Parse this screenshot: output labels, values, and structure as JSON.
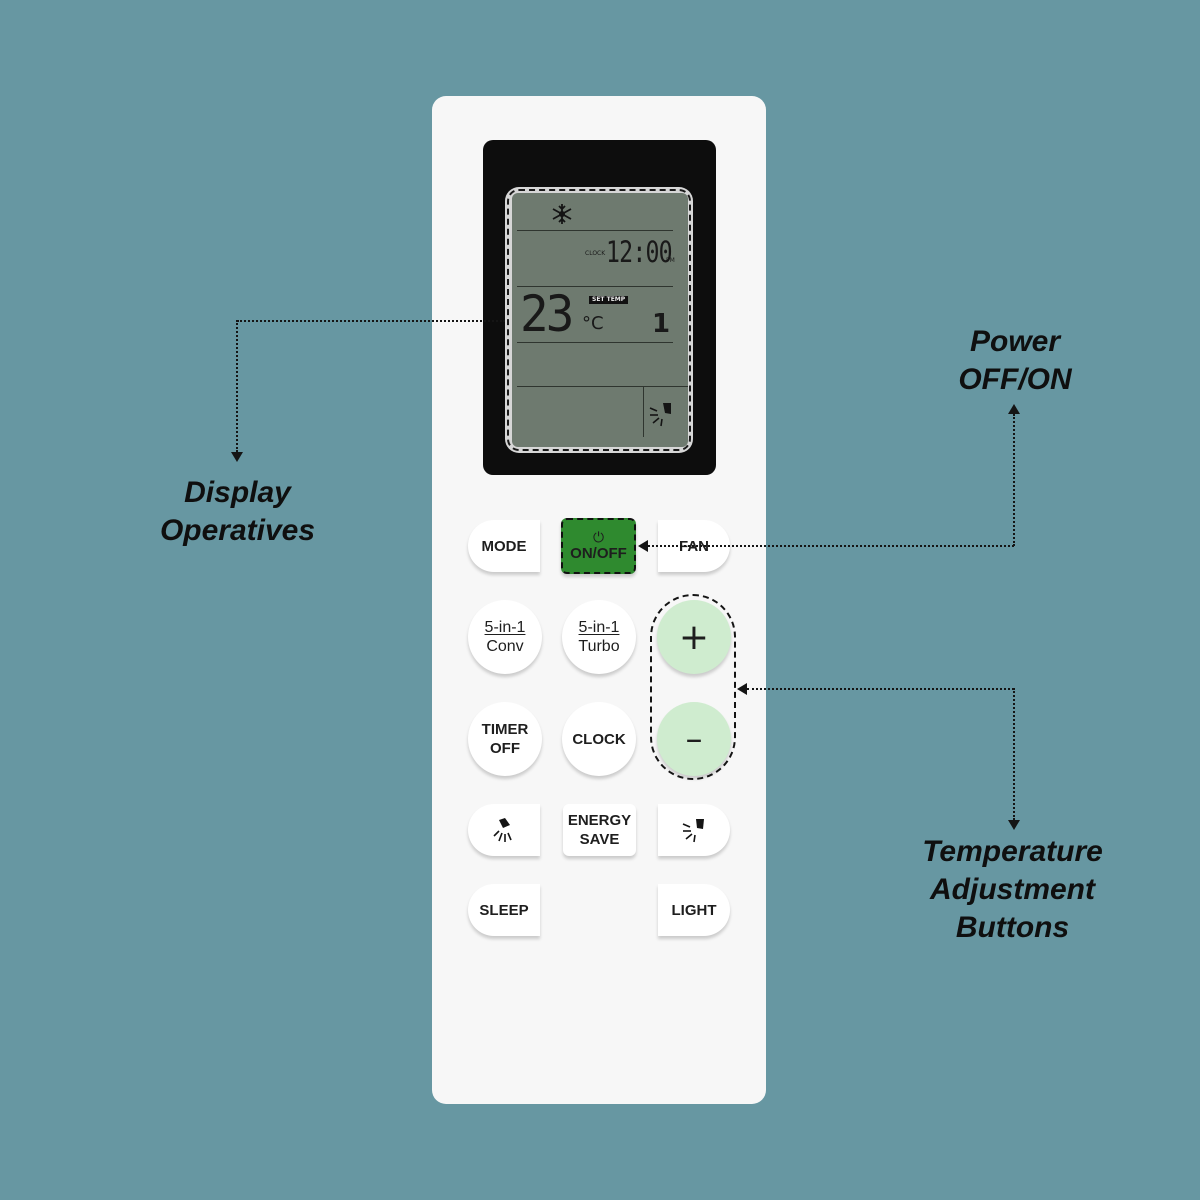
{
  "callouts": {
    "display_line1": "Display",
    "display_line2": "Operatives",
    "power_line1": "Power",
    "power_line2": "OFF/ON",
    "temp_line1": "Temperature",
    "temp_line2": "Adjustment",
    "temp_line3": "Buttons"
  },
  "display": {
    "clock_label": "CLOCK",
    "clock_time": "12:00",
    "pm_label": "PM",
    "temperature": "23",
    "unit": "°C",
    "set_temp_label": "SET TEMP",
    "fan_speed": "1"
  },
  "buttons": {
    "mode": "MODE",
    "power_symbol": "⏻",
    "on_off": "ON/OFF",
    "fan": "FAN",
    "conv_top": "5-in-1",
    "conv_bottom": "Conv",
    "turbo_top": "5-in-1",
    "turbo_bottom": "Turbo",
    "plus": "+",
    "minus": "–",
    "timer_line1": "TIMER",
    "timer_line2": "OFF",
    "clock": "CLOCK",
    "energy_line1": "ENERGY",
    "energy_line2": "SAVE",
    "sleep": "SLEEP",
    "light": "LIGHT"
  },
  "colors": {
    "background": "#6797a2",
    "remote_body": "#f7f7f7",
    "power_button": "#2f8a2f",
    "temp_buttons": "#cfeccf",
    "lcd": "#6e7a6f"
  }
}
